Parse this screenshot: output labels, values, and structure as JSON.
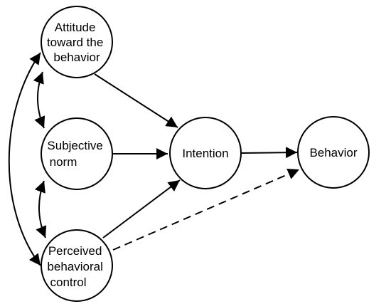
{
  "nodes": [
    {
      "id": "attitude",
      "lines": [
        "Attitude",
        "toward the",
        "behavior"
      ]
    },
    {
      "id": "subjective",
      "lines": [
        "Subjective",
        "norm"
      ]
    },
    {
      "id": "perceived",
      "lines": [
        "Perceived",
        "behavioral",
        "control"
      ]
    },
    {
      "id": "intention",
      "lines": [
        "Intention"
      ]
    },
    {
      "id": "behavior",
      "lines": [
        "Behavior"
      ]
    }
  ],
  "edges": [
    {
      "from": "attitude",
      "to": "intention",
      "style": "solid"
    },
    {
      "from": "subjective",
      "to": "intention",
      "style": "solid"
    },
    {
      "from": "perceived",
      "to": "intention",
      "style": "solid"
    },
    {
      "from": "intention",
      "to": "behavior",
      "style": "solid"
    },
    {
      "from": "perceived",
      "to": "behavior",
      "style": "dashed"
    },
    {
      "from": "attitude",
      "to": "subjective",
      "style": "curved-double"
    },
    {
      "from": "subjective",
      "to": "perceived",
      "style": "curved-double"
    },
    {
      "from": "attitude",
      "to": "perceived",
      "style": "curved-double"
    }
  ],
  "colors": {
    "stroke": "#000000",
    "fill": "#ffffff"
  }
}
